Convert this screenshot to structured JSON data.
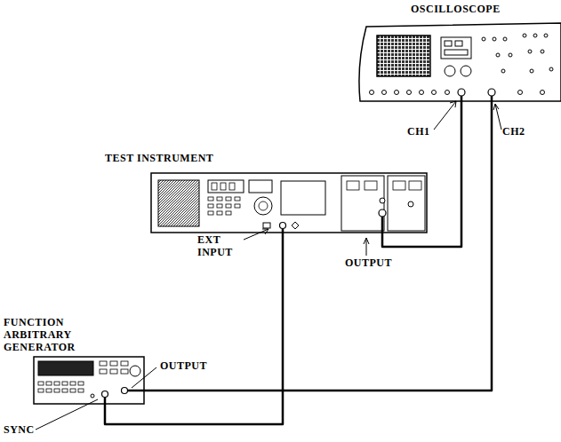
{
  "diagram": {
    "nodes": [
      {
        "text": [
          "OSCILLOSCOPE"
        ]
      },
      {
        "text": [
          "TEST INSTRUMENT"
        ]
      },
      {
        "text": [
          "FUNCTION ARBITRARY GENERATOR"
        ]
      }
    ],
    "edges": [
      {
        "from": 2,
        "to": 1,
        "arrow": "none"
      },
      {
        "from": 1,
        "to": 0,
        "arrow": "none"
      },
      {
        "from": 2,
        "to": 0,
        "arrow": "none"
      }
    ],
    "labels": [
      "CH1",
      "CH2",
      "EXT INPUT",
      "OUTPUT",
      "OUTPUT",
      "SYNC"
    ]
  }
}
